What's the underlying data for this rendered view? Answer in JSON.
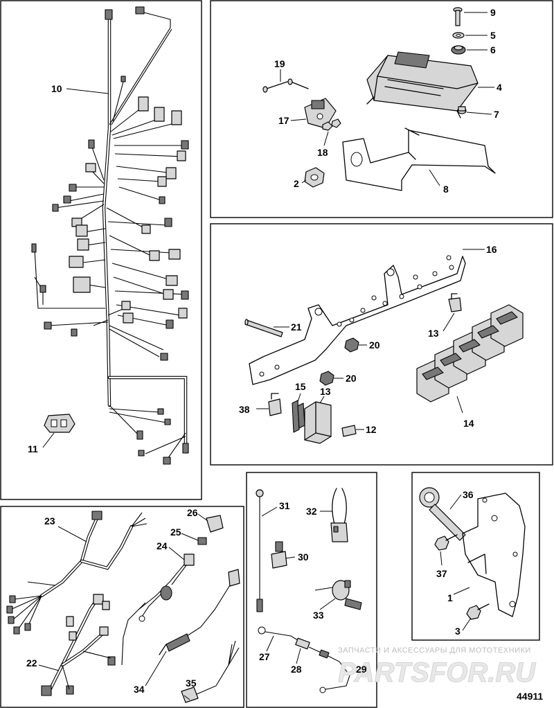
{
  "callouts": {
    "c1": "1",
    "c2": "2",
    "c3": "3",
    "c4": "4",
    "c5": "5",
    "c6": "6",
    "c7": "7",
    "c8": "8",
    "c9": "9",
    "c10": "10",
    "c11": "11",
    "c12": "12",
    "c13a": "13",
    "c13b": "13",
    "c14": "14",
    "c15": "15",
    "c16": "16",
    "c17": "17",
    "c18": "18",
    "c19": "19",
    "c20a": "20",
    "c20b": "20",
    "c21": "21",
    "c22": "22",
    "c23": "23",
    "c24": "24",
    "c25": "25",
    "c26": "26",
    "c27": "27",
    "c28": "28",
    "c29": "29",
    "c30": "30",
    "c31": "31",
    "c32": "32",
    "c33": "33",
    "c34": "34",
    "c35": "35",
    "c36": "36",
    "c37": "37",
    "c38": "38"
  },
  "watermark": {
    "tagline": "ЗАПЧАСТИ И АКСЕССУАРЫ ДЛЯ МОТОТЕХНИКИ",
    "logo": "PARTSFOR.RU"
  },
  "reference_number": "44911"
}
